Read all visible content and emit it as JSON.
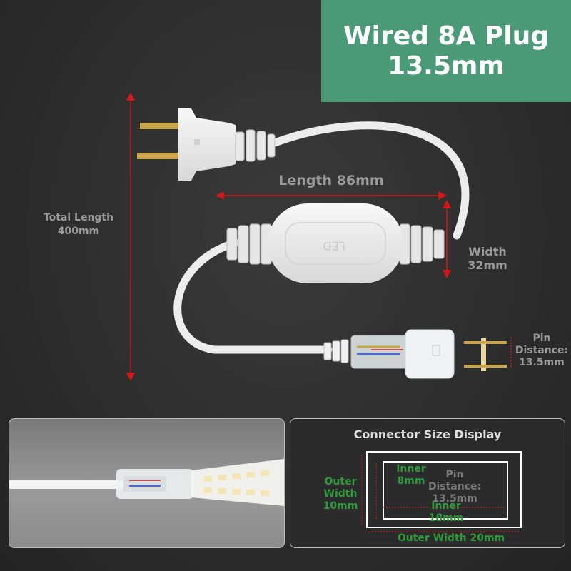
{
  "title": {
    "line1": "Wired 8A Plug",
    "line2": "13.5mm"
  },
  "dims": {
    "total_length": {
      "line1": "Total Length",
      "line2": "400mm"
    },
    "length": "Length 86mm",
    "width": {
      "line1": "Width",
      "line2": "32mm"
    },
    "pin_distance": {
      "line1": "Pin",
      "line2": "Distance:",
      "line3": "13.5mm"
    }
  },
  "body_marking": "LED",
  "size_display": {
    "title": "Connector Size Display",
    "outer_width_left": {
      "line1": "Outer",
      "line2": "Width",
      "line3": "10mm"
    },
    "inner_top": {
      "line1": "Inner",
      "line2": "8mm"
    },
    "pin_distance": {
      "line1": "Pin",
      "line2": "Distance:",
      "line3": "13.5mm"
    },
    "inner_bottom": {
      "line1": "Inner",
      "line2": "18mm"
    },
    "outer_width_bottom": "Outer Width 20mm"
  },
  "colors": {
    "title_bg": "#4a9a78",
    "arrow_red": "#d01818",
    "label_green": "#2e9a3a",
    "label_gray": "#9a9a9a"
  }
}
